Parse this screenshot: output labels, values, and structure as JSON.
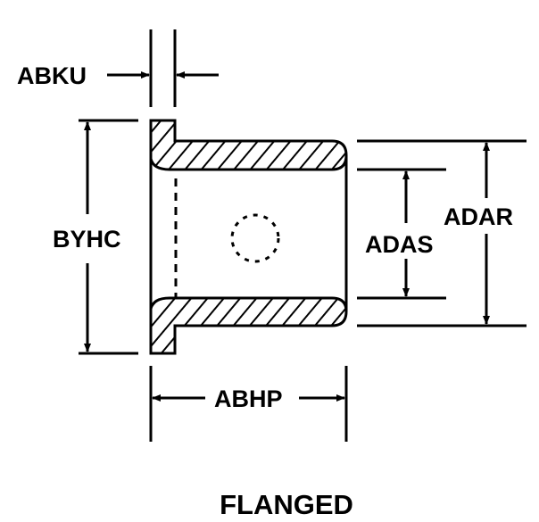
{
  "title": "FLANGED",
  "dimensions": {
    "flange_thickness": "ABKU",
    "flange_diameter": "BYHC",
    "inside_diameter": "ADAS",
    "outside_diameter": "ADAR",
    "length": "ABHP"
  },
  "colors": {
    "line": "#000000",
    "background": "#ffffff"
  }
}
